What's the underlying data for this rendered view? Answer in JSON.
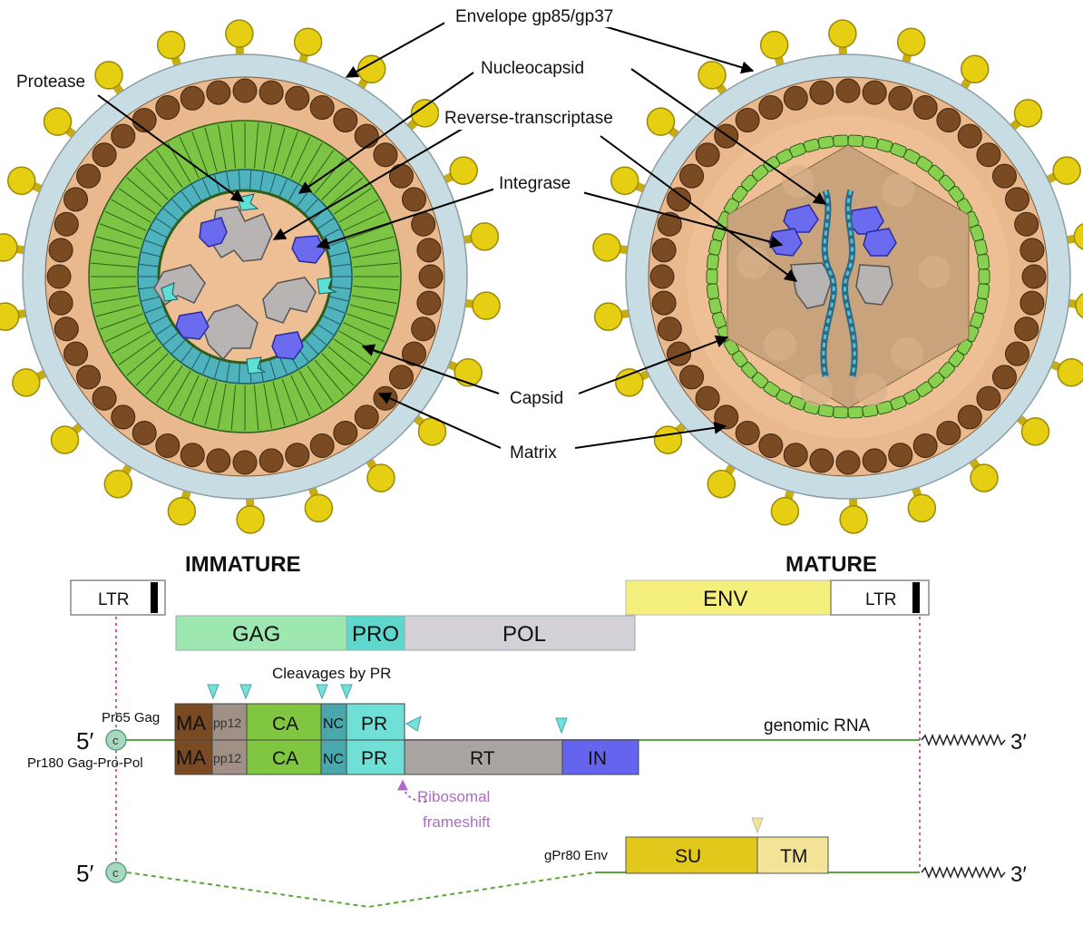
{
  "callouts": {
    "envelope": "Envelope gp85/gp37",
    "protease": "Protease",
    "nucleocapsid": "Nucleocapsid",
    "reverse_transcriptase": "Reverse-transcriptase",
    "integrase": "Integrase",
    "capsid": "Capsid",
    "matrix": "Matrix"
  },
  "virions": {
    "immature": "IMMATURE",
    "mature": "MATURE"
  },
  "genome": {
    "ltr_left": "LTR",
    "ltr_right": "LTR",
    "gag": "GAG",
    "pro": "PRO",
    "pol": "POL",
    "env": "ENV"
  },
  "cleavage_label": "Cleavages by PR",
  "proteins": {
    "pr65_label": "Pr65 Gag",
    "pr180_label": "Pr180 Gag-Pro-Pol",
    "five_prime": "5′",
    "three_prime": "3′",
    "cap": "c",
    "genomic_rna": "genomic RNA",
    "row1": [
      "MA",
      "pp12",
      "CA",
      "NC",
      "PR"
    ],
    "row2": [
      "MA",
      "pp12",
      "CA",
      "NC",
      "PR",
      "RT",
      "IN"
    ],
    "frameshift_line1": "Ribosomal",
    "frameshift_line2": "frameshift"
  },
  "env_row": {
    "label": "gPr80 Env",
    "five_prime": "5′",
    "three_prime": "3′",
    "cap": "c",
    "su": "SU",
    "tm": "TM"
  },
  "colors": {
    "envelope": "#c8dde3",
    "spike": "#e6cf12",
    "matrix": "#7a4a22",
    "core_tan": "#eebf95",
    "capsid_green": "#7cc443",
    "inner_teal": "#4fb3bd",
    "protein_gray": "#b7b4b3",
    "integrase_blue": "#6b6bf0",
    "gag_green": "#9ce8b0",
    "pro_teal": "#5ed8cc",
    "pol_gray": "#d4d0d8",
    "env_yellow": "#f5f07e",
    "rna_green": "#5aa83c",
    "frameshift_purple": "#b06ac8"
  }
}
